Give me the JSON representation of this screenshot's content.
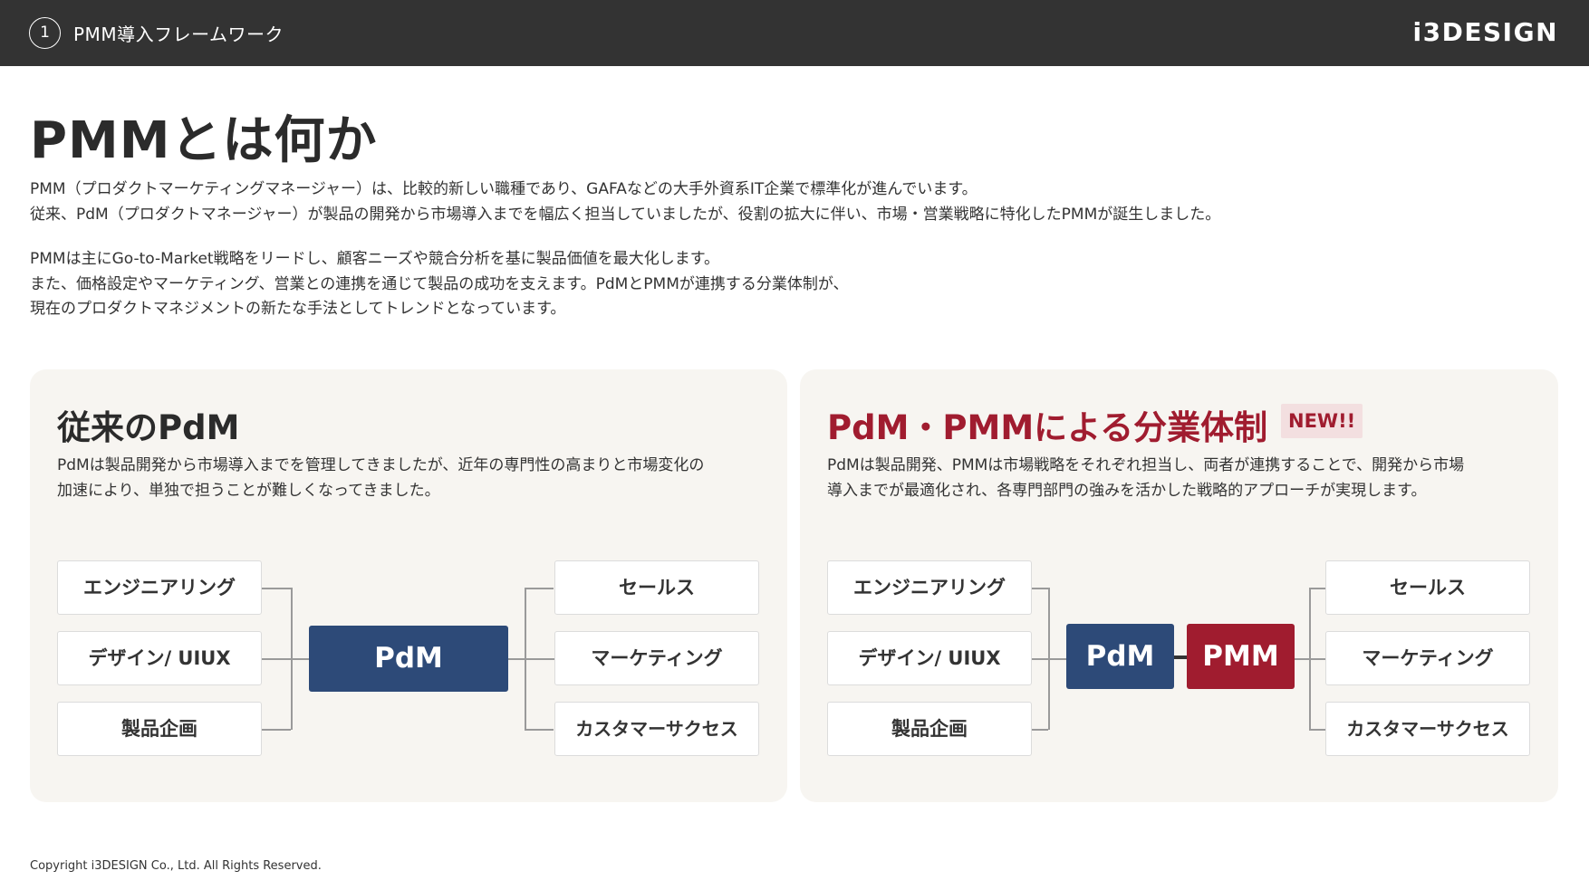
{
  "header": {
    "section_number": "1",
    "section_title": "PMM導入フレームワーク",
    "brand": "i3DESIGN"
  },
  "title": "PMMとは何か",
  "intro": {
    "p1": [
      "PMM（プロダクトマーケティングマネージャー）は、比較的新しい職種であり、GAFAなどの大手外資系IT企業で標準化が進んでいます。",
      "従来、PdM（プロダクトマネージャー）が製品の開発から市場導入までを幅広く担当していましたが、役割の拡大に伴い、市場・営業戦略に特化したPMMが誕生しました。"
    ],
    "p2": [
      "PMMは主にGo-to-Market戦略をリードし、顧客ニーズや競合分析を基に製品価値を最大化します。",
      "また、価格設定やマーケティング、営業との連携を通じて製品の成功を支えます。PdMとPMMが連携する分業体制が、",
      "現在のプロダクトマネジメントの新たな手法としてトレンドとなっています。"
    ]
  },
  "left_panel": {
    "title": "従来のPdM",
    "desc": [
      "PdMは製品開発から市場導入までを管理してきましたが、近年の専門性の高まりと市場変化の",
      "加速により、単独で担うことが難しくなってきました。"
    ],
    "left_boxes": [
      "エンジニアリング",
      "デザイン/ UIUX",
      "製品企画"
    ],
    "center": "PdM",
    "right_boxes": [
      "セールス",
      "マーケティング",
      "カスタマーサクセス"
    ]
  },
  "right_panel": {
    "title": "PdM・PMMによる分業体制",
    "badge": "NEW!!",
    "desc": [
      "PdMは製品開発、PMMは市場戦略をそれぞれ担当し、両者が連携することで、開発から市場",
      "導入までが最適化され、各専門部門の強みを活かした戦略的アプローチが実現します。"
    ],
    "left_boxes": [
      "エンジニアリング",
      "デザイン/ UIUX",
      "製品企画"
    ],
    "center_pdm": "PdM",
    "center_pmm": "PMM",
    "right_boxes": [
      "セールス",
      "マーケティング",
      "カスタマーサクセス"
    ]
  },
  "colors": {
    "header_bg": "#333333",
    "pdm_blue": "#2d4a78",
    "pmm_red": "#a01c2f",
    "panel_bg": "#f7f5f1"
  },
  "footer": {
    "copyright": "Copyright i3DESIGN Co., Ltd. All Rights Reserved."
  }
}
